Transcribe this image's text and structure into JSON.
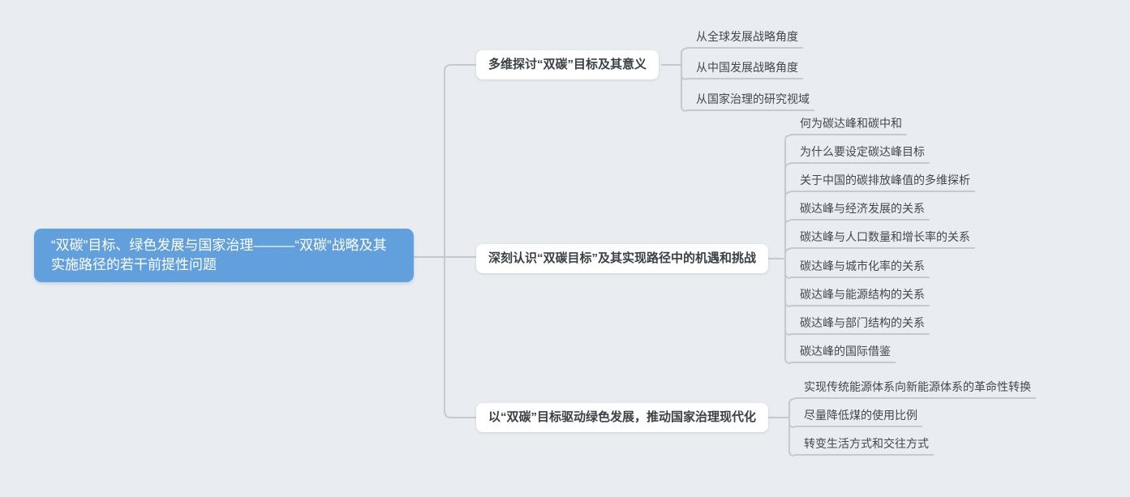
{
  "canvas": {
    "background_color": "#e9edf1",
    "line_color": "#c6c9ce"
  },
  "root": {
    "label": "“双碳”目标、绿色发展与国家治理———“双碳”战略及其实施路径的若干前提性问题",
    "fill_color": "#61a0dd",
    "text_color": "#ffffff"
  },
  "branches": [
    {
      "label": "多维探讨“双碳”目标及其意义",
      "children": [
        "从全球发展战略角度",
        "从中国发展战略角度",
        "从国家治理的研究视域"
      ]
    },
    {
      "label": "深刻认识“双碳目标”及其实现路径中的机遇和挑战",
      "children": [
        "何为碳达峰和碳中和",
        "为什么要设定碳达峰目标",
        "关于中国的碳排放峰值的多维探析",
        "碳达峰与经济发展的关系",
        "碳达峰与人口数量和增长率的关系",
        "碳达峰与城市化率的关系",
        "碳达峰与能源结构的关系",
        "碳达峰与部门结构的关系",
        "碳达峰的国际借鉴"
      ]
    },
    {
      "label": "以“双碳”目标驱动绿色发展，推动国家治理现代化",
      "children": [
        "实现传统能源体系向新能源体系的革命性转换",
        "尽量降低煤的使用比例",
        "转变生活方式和交往方式"
      ]
    }
  ]
}
